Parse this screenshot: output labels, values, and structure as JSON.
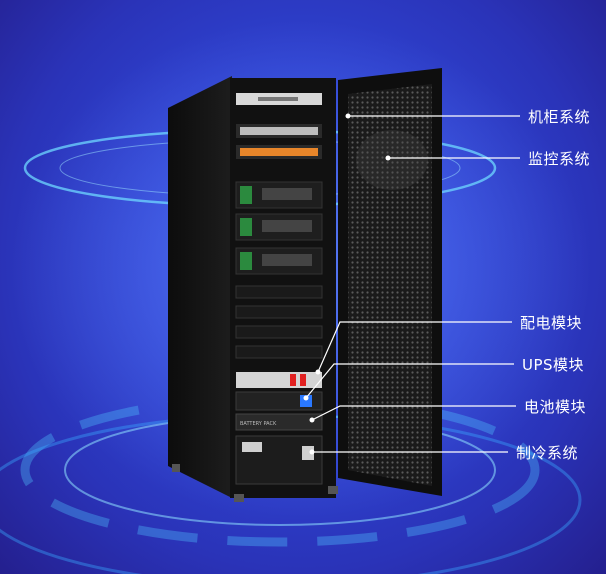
{
  "labels": {
    "cabinet_system": "机柜系统",
    "monitoring_system": "监控系统",
    "power_distribution_module": "配电模块",
    "ups_module": "UPS模块",
    "battery_module": "电池模块",
    "cooling_system": "制冷系统"
  },
  "device_text": {
    "battery_pack": "BATTERY PACK"
  },
  "colors": {
    "background_center": "#3d63e8",
    "background_edge": "#241f8e",
    "ring_glow": "#6fd8ff",
    "cabinet_body": "#141414",
    "callout_line": "#ffffff",
    "breaker_red": "#e02020",
    "indicator_blue": "#2a78ff"
  }
}
